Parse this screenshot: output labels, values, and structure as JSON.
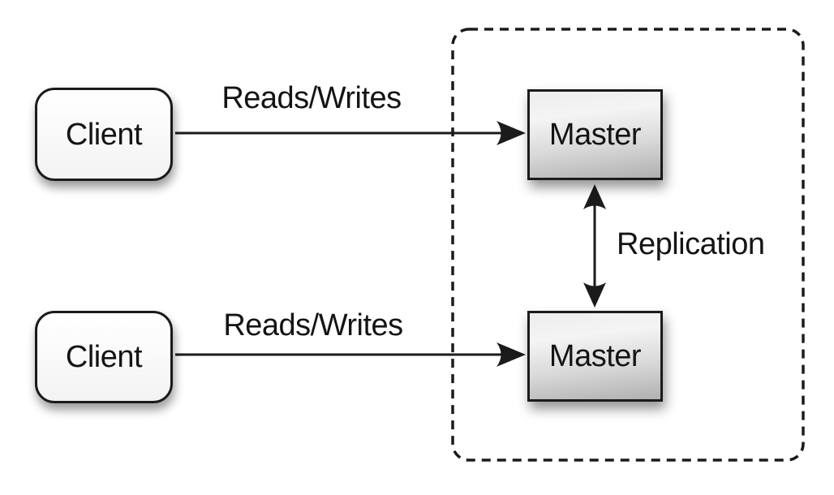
{
  "colors": {
    "background": "#ffffff",
    "stroke": "#1b1b1b",
    "text": "#141414",
    "client_fill": "#ffffff",
    "master_fill_light": "#ededed",
    "master_fill_dark": "#b0b0b0"
  },
  "nodes": {
    "client_top": {
      "label": "Client"
    },
    "client_bottom": {
      "label": "Client"
    },
    "master_top": {
      "label": "Master"
    },
    "master_bottom": {
      "label": "Master"
    }
  },
  "edges": {
    "reads_writes_top": {
      "label": "Reads/Writes"
    },
    "reads_writes_bottom": {
      "label": "Reads/Writes"
    },
    "replication": {
      "label": "Replication"
    }
  }
}
